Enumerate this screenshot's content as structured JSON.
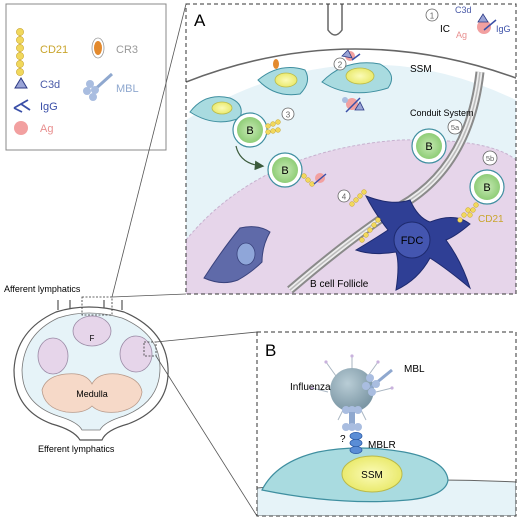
{
  "legend": {
    "cd21": "CD21",
    "cr3": "CR3",
    "c3d": "C3d",
    "mbl": "MBL",
    "igg": "IgG",
    "ag": "Ag"
  },
  "panel_a": {
    "label": "A",
    "ic_number": "1",
    "ic_text": "IC",
    "ic_c3d": "C3d",
    "ic_ag": "Ag",
    "ic_igg": "IgG",
    "ssm": "SSM",
    "conduit": "Conduit System",
    "step2": "2",
    "step3": "3",
    "step4": "4",
    "step5a": "5a",
    "step5b": "5b",
    "b1": "B",
    "b2": "B",
    "b3": "B",
    "b4": "B",
    "fdc": "FDC",
    "cd21": "CD21",
    "follicle": "B cell Follicle"
  },
  "lymph_node": {
    "afferent": "Afferent lymphatics",
    "efferent": "Efferent lymphatics",
    "follicle_f": "F",
    "medulla": "Medulla"
  },
  "panel_b": {
    "label": "B",
    "mbl": "MBL",
    "influenza": "Influenza",
    "question": "?",
    "mblr": "MBLR",
    "ssm": "SSM"
  },
  "colors": {
    "cd21": "#e8c84a",
    "c3d": "#3a4a9a",
    "igg": "#3a4fa8",
    "ag": "#f2a0a0",
    "mbl": "#8fa8cf",
    "cr3": "#e38a2e",
    "fdc": "#2f3f95",
    "ssm": "#a9dbe0",
    "follicle": "#e6d5ea",
    "sinus": "#e6f3f8",
    "bcell_inner": "#9bd07f",
    "medulla": "#f6d9c8"
  }
}
